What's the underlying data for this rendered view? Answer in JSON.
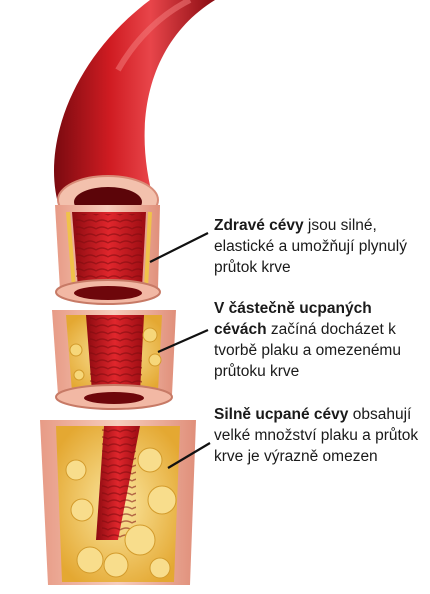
{
  "callouts": [
    {
      "bold": "Zdravé cévy",
      "text": " jsou silné, elastické a umožňují plynulý průtok krve"
    },
    {
      "bold": "V částečně ucpaných cévách",
      "text": " začíná docházet k tvorbě plaku a omezenému průtoku krve"
    },
    {
      "bold": "Silně ucpané cévy",
      "text": " obsahují velké množství plaku a průtok krve je výrazně omezen"
    }
  ],
  "colors": {
    "artery": "#c8141c",
    "artery_dark": "#7a0a10",
    "wall": "#f2b8a4",
    "plaque": "#f0c24a",
    "leader": "#111111"
  }
}
